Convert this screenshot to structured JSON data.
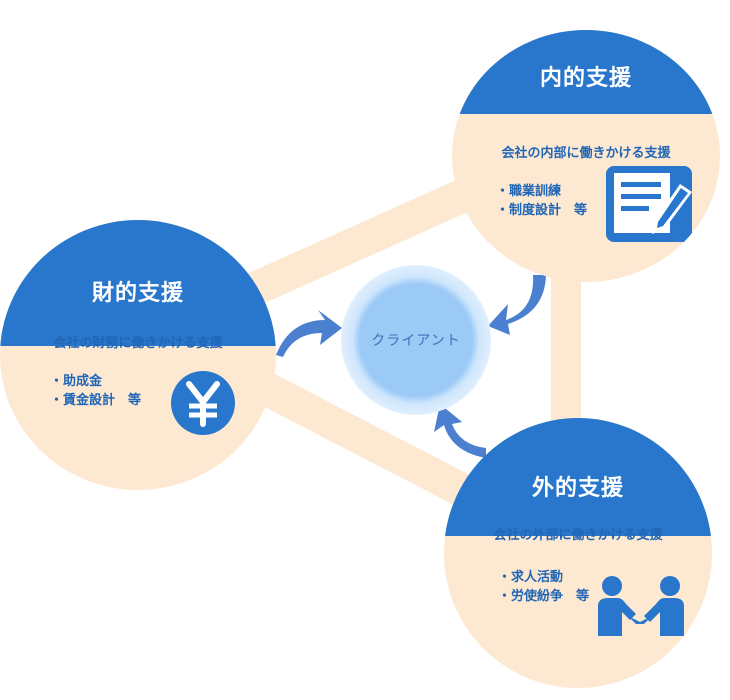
{
  "client": {
    "label": "クライアント"
  },
  "nodes": {
    "internal": {
      "title": "内的支援",
      "subtitle": "会社の内部に働きかける支援",
      "items": [
        "・職業訓練",
        "・制度設計　等"
      ],
      "icon": "document-pencil-icon"
    },
    "financial": {
      "title": "財的支援",
      "subtitle": "会社の財務に働きかける支援",
      "items": [
        "・助成金",
        "・賃金設計　等"
      ],
      "icon": "yen-coin-icon"
    },
    "external": {
      "title": "外的支援",
      "subtitle": "会社の外部に働きかける支援",
      "items": [
        "・求人活動",
        "・労使紛争　等"
      ],
      "icon": "handshake-icon"
    }
  },
  "colors": {
    "accent_blue": "#2877cc",
    "text_blue": "#2166b6",
    "peach": "#fde9d2",
    "connector": "#fde9d2",
    "client_fill": "#9ccaf6",
    "arrow_blue": "#4b80d0"
  }
}
